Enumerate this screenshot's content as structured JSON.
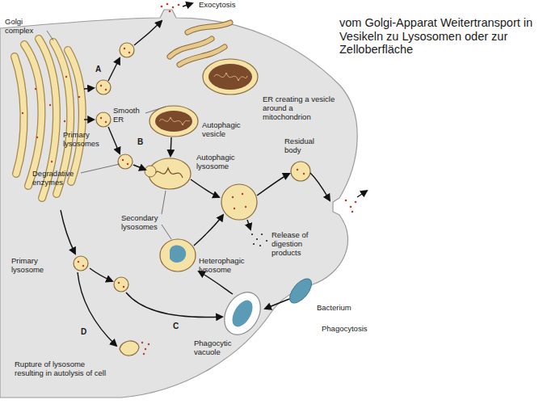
{
  "diagram": {
    "labels": [
      "Exocytosis",
      "vom Golgi-Apparat Weitertransport in Vesikeln zu Lysosomen oder zur Zelloberfläche",
      "Golgi complex",
      "A",
      "Smooth ER",
      "ER creating a vesicle around a mitochondrion",
      "Primary lysosomes",
      "B",
      "Autophagic vesicle",
      "Degradative enzymes",
      "Autophagic lysosome",
      "Residual body",
      "Secondary lysosomes",
      "Release of digestion products",
      "Primary lysosome",
      "Heterophagic lysosome",
      "C",
      "Bacterium",
      "Phagocytic vacuole",
      "Phagocytosis",
      "D",
      "Rupture of lysosome resulting in autolysis of cell"
    ]
  }
}
